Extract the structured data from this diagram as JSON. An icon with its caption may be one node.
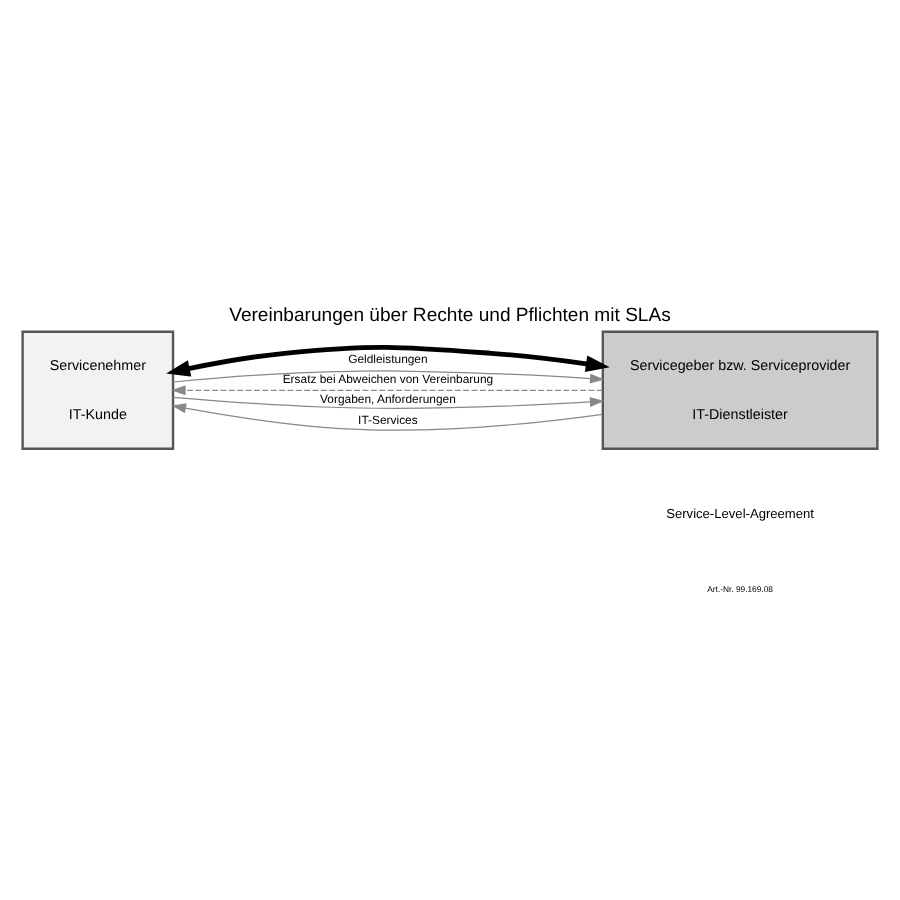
{
  "diagram": {
    "title": "Vereinbarungen über Rechte und Pflichten mit SLAs",
    "nodes": [
      {
        "text": [
          "Servicenehmer",
          "IT-Kunde"
        ]
      },
      {
        "text": [
          "Servicegeber bzw. Serviceprovider",
          "IT-Dienstleister"
        ]
      }
    ],
    "edges": [
      {
        "from": 0,
        "to": 1,
        "arrow": "both",
        "style": "thick",
        "color": "#000000"
      },
      {
        "from": 0,
        "to": 1,
        "arrow": "to",
        "label": "Vorgaben, Anforderungen"
      },
      {
        "from": 0,
        "to": 1,
        "arrow": "to",
        "label": "Geldleistungen"
      },
      {
        "from": 1,
        "to": 0,
        "arrow": "to",
        "label": "IT-Services"
      },
      {
        "from": 1,
        "to": 0,
        "arrow": "to",
        "label": "Ersatz bei Abweichen von Vereinbarung",
        "style": "dashed"
      }
    ],
    "labels": [
      "Service-Level-Agreement",
      "Art.-Nr. 99.169.08"
    ]
  }
}
